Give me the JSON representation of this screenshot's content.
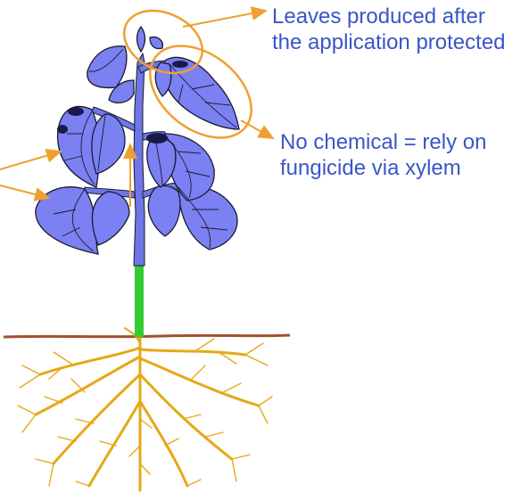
{
  "annotations": {
    "new_leaves": {
      "lines": [
        "Leaves produced after",
        "the application protected"
      ]
    },
    "no_chemical": {
      "lines": [
        "No chemical = rely on",
        "fungicide via xylem"
      ]
    }
  },
  "colors": {
    "leaf_fill": "#7b80f2",
    "leaf_outline": "#1a1a2e",
    "stem_upper": "#6f76e6",
    "stem_lower": "#33cc33",
    "roots": "#e6a817",
    "soil_line": "#a0522d",
    "arrow": "#f0a030",
    "text": "#3a55c8"
  }
}
